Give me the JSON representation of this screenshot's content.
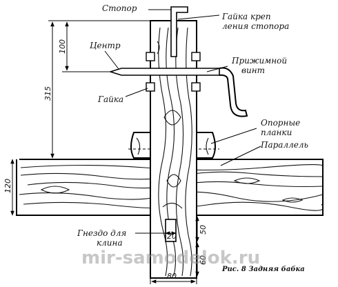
{
  "labels": {
    "stopor": "Стопор",
    "gaika_krep_1": "Гайка креп",
    "gaika_krep_2": "ления стопора",
    "centr": "Центр",
    "prizhimnoy_1": "Прижимной",
    "prizhimnoy_2": "винт",
    "gaika": "Гайка",
    "opornye_1": "Опорные",
    "opornye_2": "планки",
    "parallel": "Параллель",
    "gnezdo_1": "Гнездо для",
    "gnezdo_2": "клина"
  },
  "dimensions": {
    "d100": "100",
    "d315": "315",
    "d120": "120",
    "d20": "20",
    "d50": "50",
    "d60": "60",
    "d80": "80"
  },
  "caption": "Рис. 8 Задняя бабка",
  "watermark": "mir-samodelok.ru"
}
